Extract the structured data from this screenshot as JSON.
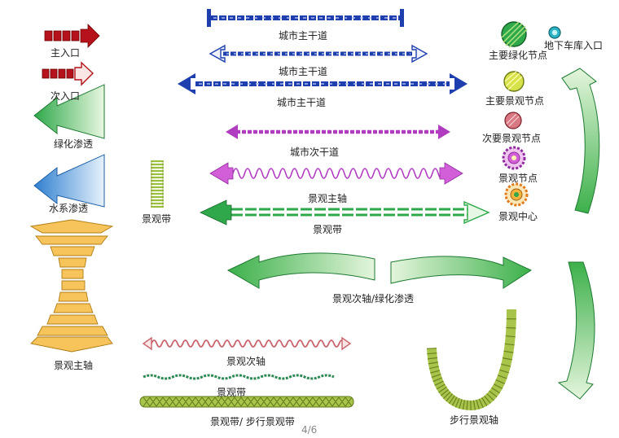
{
  "labels": {
    "main_entrance": "主入口",
    "secondary_entrance": "次入口",
    "green_infiltration": "绿化渗透",
    "water_infiltration": "水系渗透",
    "landscape_belt_left": "景观带",
    "landscape_main_axis_left": "景观主轴",
    "city_main_road_1": "城市主干道",
    "city_main_road_2": "城市主干道",
    "city_main_road_3": "城市主干道",
    "city_secondary_road": "城市次干道",
    "landscape_main_axis": "景观主轴",
    "landscape_belt_center": "景观带",
    "secondary_axis_green": "景观次轴/绿化渗透",
    "landscape_secondary_axis": "景观次轴",
    "landscape_belt_bottom": "景观带",
    "belt_walk": "景观带/  步行景观带",
    "walking_axis": "步行景观轴",
    "main_green_node": "主要绿化节点",
    "underground_garage": "地下车库入口",
    "main_landscape_node": "主要景观节点",
    "secondary_landscape_node": "次要景观节点",
    "landscape_node": "景观节点",
    "landscape_center": "景观中心",
    "page_number": "4/6"
  },
  "colors": {
    "red": "#b5121b",
    "blue": "#1f3fae",
    "purple": "#b03cc0",
    "magenta": "#d35fd8",
    "green": "#2ea84a",
    "light_green": "#9ad46a",
    "olive": "#a9c44a",
    "orange": "#f2b43c",
    "cyan": "#2bb5c4",
    "light_blue": "#5aa7e0"
  }
}
